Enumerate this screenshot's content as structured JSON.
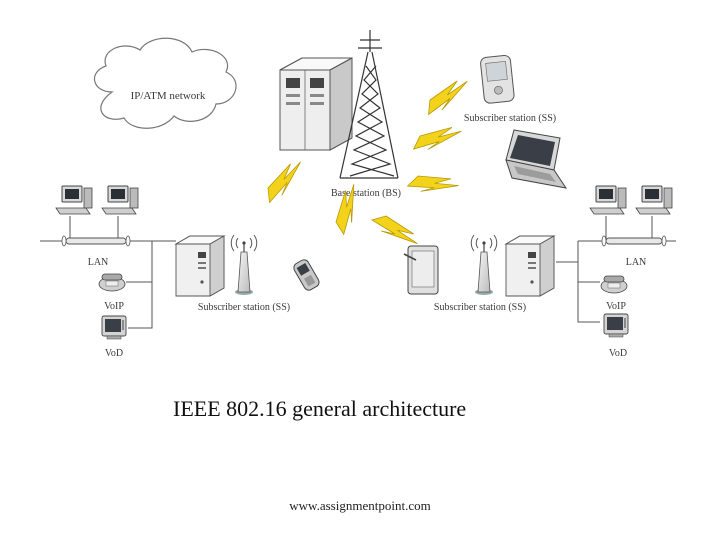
{
  "diagram": {
    "cloud_label": "IP/ATM network",
    "base_station_label": "Base station (BS)",
    "subscriber_top_label": "Subscriber station (SS)",
    "subscriber_left_label": "Subscriber station (SS)",
    "subscriber_right_label": "Subscriber station (SS)",
    "left": {
      "lan": "LAN",
      "voip": "VoIP",
      "vod": "VoD"
    },
    "right": {
      "lan": "LAN",
      "voip": "VoIP",
      "vod": "VoD"
    }
  },
  "caption": "IEEE 802.16 general architecture",
  "footer": "www.assignmentpoint.com",
  "colors": {
    "lightning": "#f3d21b",
    "lightning_stroke": "#b99a00",
    "device": "#e9e9e9",
    "device_stroke": "#555555"
  }
}
